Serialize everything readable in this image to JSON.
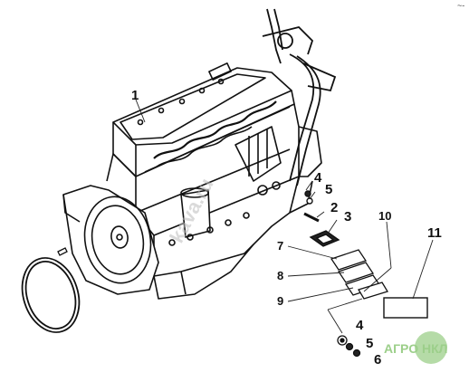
{
  "diagram": {
    "part_numbers": [
      "1",
      "2",
      "3",
      "4",
      "5",
      "7",
      "8",
      "9",
      "10",
      "11",
      "4",
      "5",
      "6"
    ],
    "corner_mark": "~-",
    "watermark": "kava.ru",
    "logo": {
      "text": "АГРО НКЛ",
      "color": "#9ccf8a"
    }
  }
}
